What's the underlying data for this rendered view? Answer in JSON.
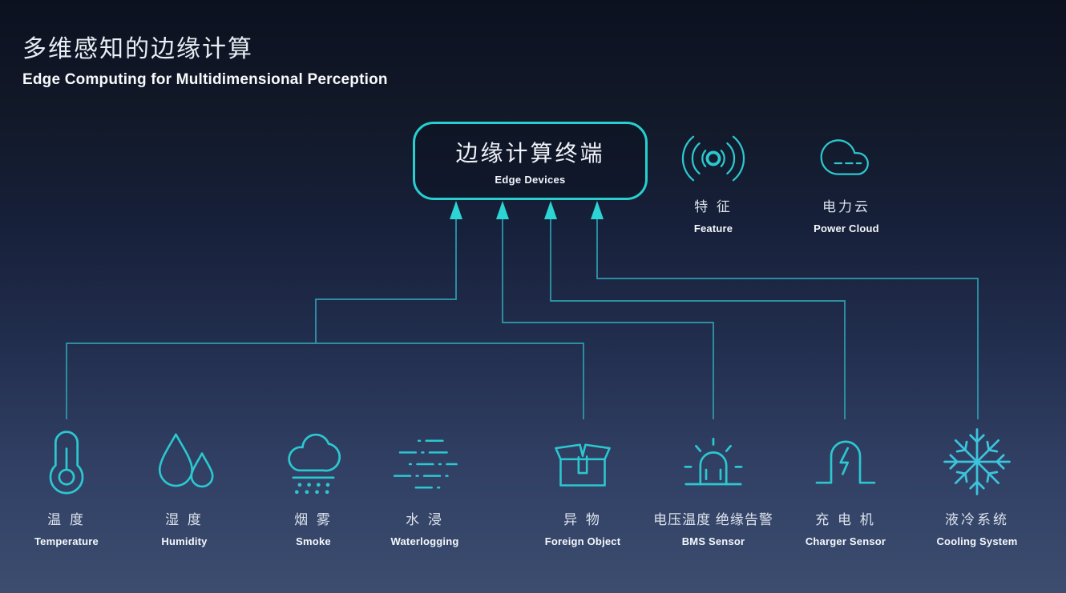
{
  "header": {
    "title_zh": "多维感知的边缘计算",
    "subtitle_en": "Edge Computing for Multidimensional Perception"
  },
  "edge_box": {
    "label_zh": "边缘计算终端",
    "label_en": "Edge Devices"
  },
  "cloud_nodes": [
    {
      "id": "feature",
      "icon": "signal-waves-icon",
      "label_zh": "特 征",
      "label_en": "Feature"
    },
    {
      "id": "power-cloud",
      "icon": "cloud-icon",
      "label_zh": "电力云",
      "label_en": "Power Cloud"
    }
  ],
  "sensors": [
    {
      "id": "temperature",
      "icon": "thermometer-icon",
      "label_zh": "温 度",
      "label_en": "Temperature"
    },
    {
      "id": "humidity",
      "icon": "droplets-icon",
      "label_zh": "湿 度",
      "label_en": "Humidity"
    },
    {
      "id": "smoke",
      "icon": "smoke-cloud-icon",
      "label_zh": "烟 雾",
      "label_en": "Smoke"
    },
    {
      "id": "waterlogging",
      "icon": "water-ripples-icon",
      "label_zh": "水 浸",
      "label_en": "Waterlogging"
    },
    {
      "id": "foreign-object",
      "icon": "open-box-icon",
      "label_zh": "异 物",
      "label_en": "Foreign Object"
    },
    {
      "id": "bms-sensor",
      "icon": "alarm-beacon-icon",
      "label_zh": "电压温度 绝缘告警",
      "label_en": "BMS Sensor"
    },
    {
      "id": "charger-sensor",
      "icon": "charging-pile-icon",
      "label_zh": "充 电 机",
      "label_en": "Charger Sensor"
    },
    {
      "id": "cooling-system",
      "icon": "snowflake-icon",
      "label_zh": "液冷系统",
      "label_en": "Cooling System"
    }
  ],
  "connections": [
    {
      "from": "temperature",
      "to": "edge-devices"
    },
    {
      "from": "foreign-object",
      "to": "edge-devices"
    },
    {
      "from": "bms-sensor",
      "to": "edge-devices"
    },
    {
      "from": "charger-sensor",
      "to": "edge-devices"
    },
    {
      "from": "cooling-system",
      "to": "edge-devices"
    }
  ],
  "colors": {
    "accent": "#2CD4D4",
    "icon_stroke": "#2CC7CF",
    "wire": "#2E9DB0",
    "bg_top": "#0C1120",
    "bg_bottom": "#3C4D70",
    "text_primary": "#E9EDF4",
    "text_bold": "#F7FAFC"
  }
}
